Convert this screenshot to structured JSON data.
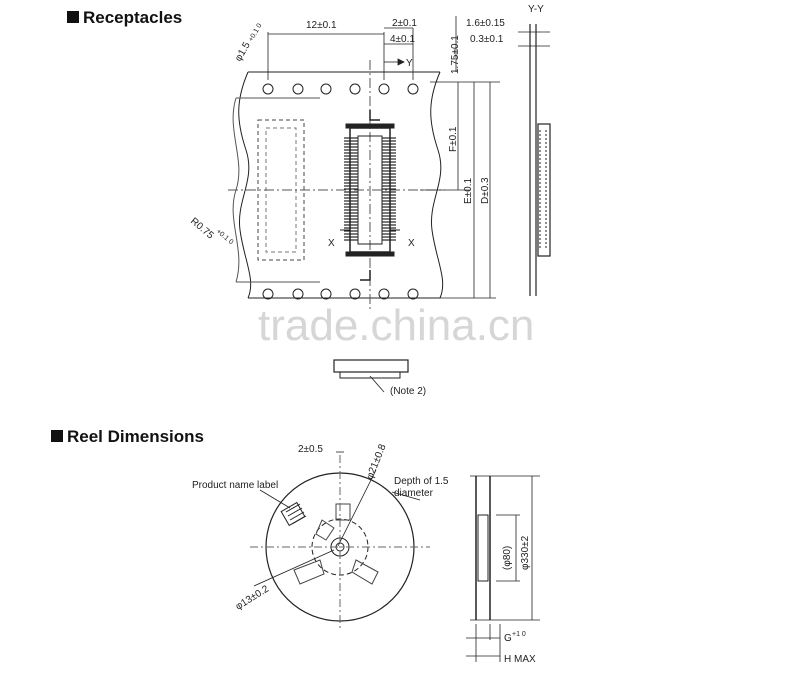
{
  "receptacles": {
    "title": "Receptacles",
    "dims": {
      "pitch": "12±0.1",
      "offset_small": "2±0.1",
      "offset_4": "4±0.1",
      "edge": "1.75±0.1",
      "thickness": "1.6±0.15",
      "wall": "0.3±0.1",
      "section": "Y-Y",
      "f": "F±0.1",
      "e": "E±0.1",
      "d": "D±0.3",
      "hole": "φ1.5",
      "hole_tol": "+0.1 0",
      "radius": "R0.75",
      "radius_tol": "+0.1 0",
      "y_mark": "Y",
      "x_mark": "X",
      "note": "(Note 2)"
    }
  },
  "reel": {
    "title": "Reel Dimensions",
    "dims": {
      "slot": "2±0.5",
      "hub": "φ21±0.8",
      "depth_line1": "Depth of 1.5",
      "depth_line2": "diameter",
      "label": "Product name label",
      "bore": "φ13±0.2",
      "core": "(φ80)",
      "outer": "φ330±2",
      "g": "G",
      "g_tol": "+1 0",
      "h": "H MAX"
    }
  },
  "watermark": "trade.china.cn"
}
